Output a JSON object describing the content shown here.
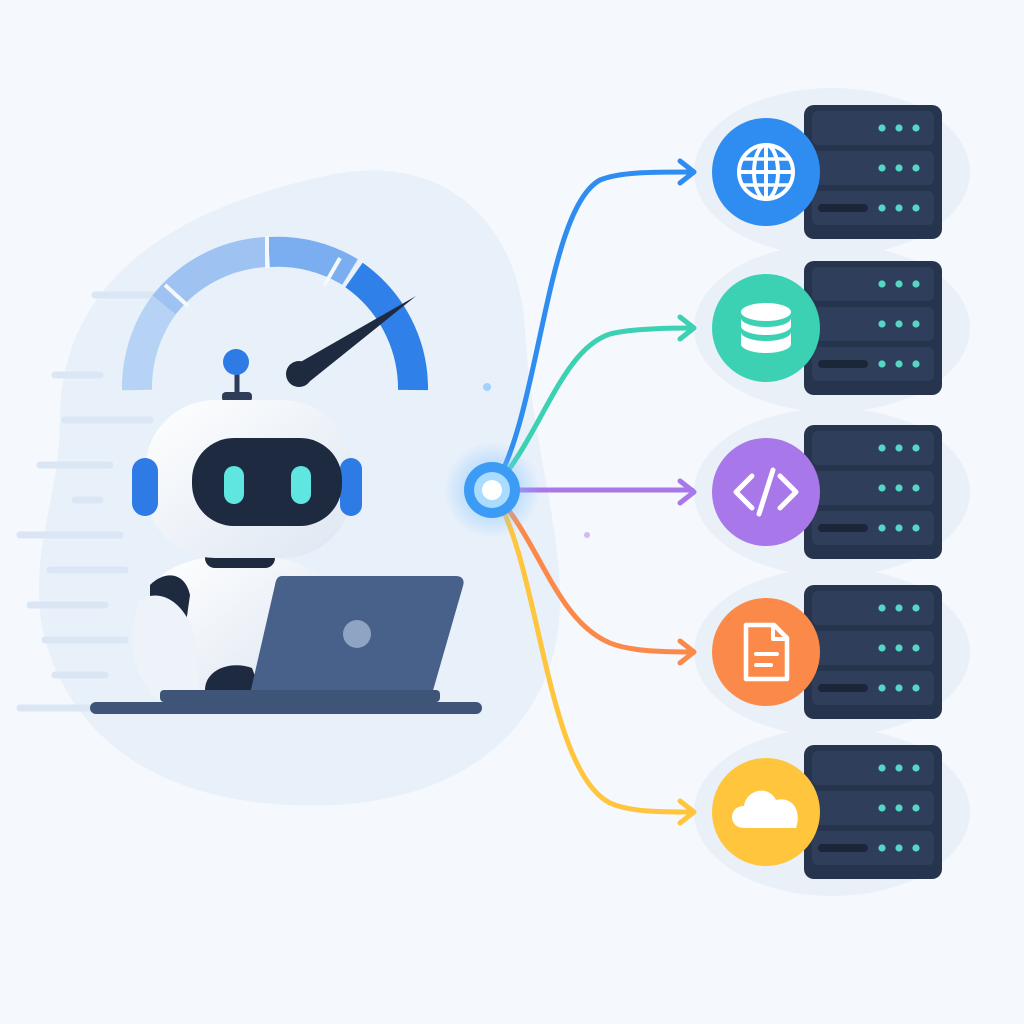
{
  "colors": {
    "background": "#f5f8fc",
    "blob": "#e6eef9",
    "robot_body": "#ffffff",
    "robot_face": "#1d2a3f",
    "robot_eye": "#5fe6e0",
    "robot_accent": "#2f7be6",
    "laptop": "#48618a",
    "desk": "#3e5577",
    "gauge_light": "#a9c9f3",
    "gauge_mid": "#6fa8ee",
    "gauge_dark": "#2f7be6",
    "needle": "#1d2a3f",
    "hub": "#4aa8ff",
    "server": "#26344d",
    "server_led": "#56d6c4"
  },
  "diagram": {
    "agent": {
      "icon": "robot-icon",
      "device": "laptop-icon",
      "indicator": "speedometer-icon"
    },
    "hub": {
      "icon": "hub-node-icon"
    },
    "destinations": [
      {
        "id": "web",
        "icon": "globe-icon",
        "color": "#2f8cf0",
        "server_icon": "server-rack-icon"
      },
      {
        "id": "database",
        "icon": "database-icon",
        "color": "#3dd1b4",
        "server_icon": "server-rack-icon"
      },
      {
        "id": "code",
        "icon": "code-icon",
        "color": "#a877ea",
        "server_icon": "server-rack-icon"
      },
      {
        "id": "document",
        "icon": "document-icon",
        "color": "#fb8a4a",
        "server_icon": "server-rack-icon"
      },
      {
        "id": "cloud",
        "icon": "cloud-icon",
        "color": "#ffc53d",
        "server_icon": "server-rack-icon"
      }
    ]
  }
}
